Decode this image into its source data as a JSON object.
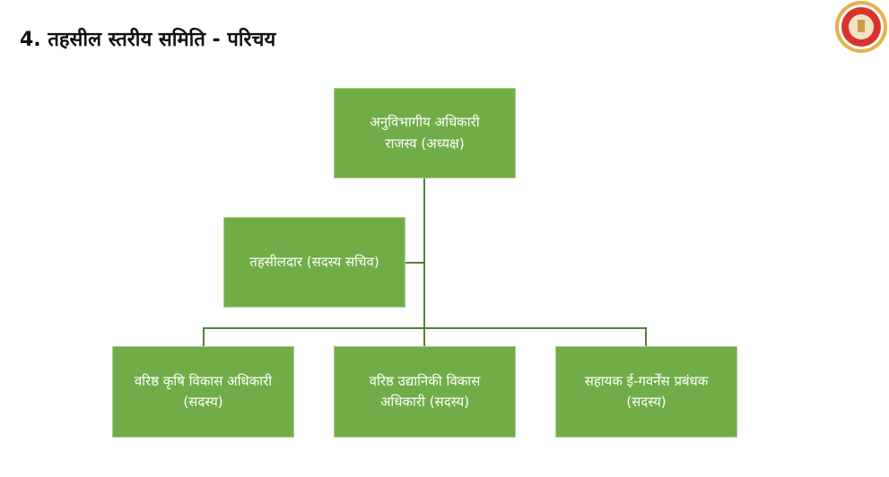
{
  "slide": {
    "title": "4. तहसील स्तरीय समिति - परिचय"
  },
  "org_chart": {
    "head": {
      "line1": "अनुविभागीय अधिकारी",
      "line2": "राजस्व (अध्यक्ष)"
    },
    "secretary": {
      "line1": "तहसीलदार (सदस्य सचिव)"
    },
    "members": [
      {
        "line1": "वरिष्ठ कृषि विकास अधिकारी",
        "line2": "(सदस्य)"
      },
      {
        "line1": "वरिष्ठ उद्यानिकी विकास",
        "line2": "अधिकारी (सदस्य)"
      },
      {
        "line1": "सहायक ई-गवर्नेंस प्रबंधक",
        "line2": "(सदस्य)"
      }
    ]
  },
  "colors": {
    "box": "#70ad47",
    "line": "#548235"
  }
}
